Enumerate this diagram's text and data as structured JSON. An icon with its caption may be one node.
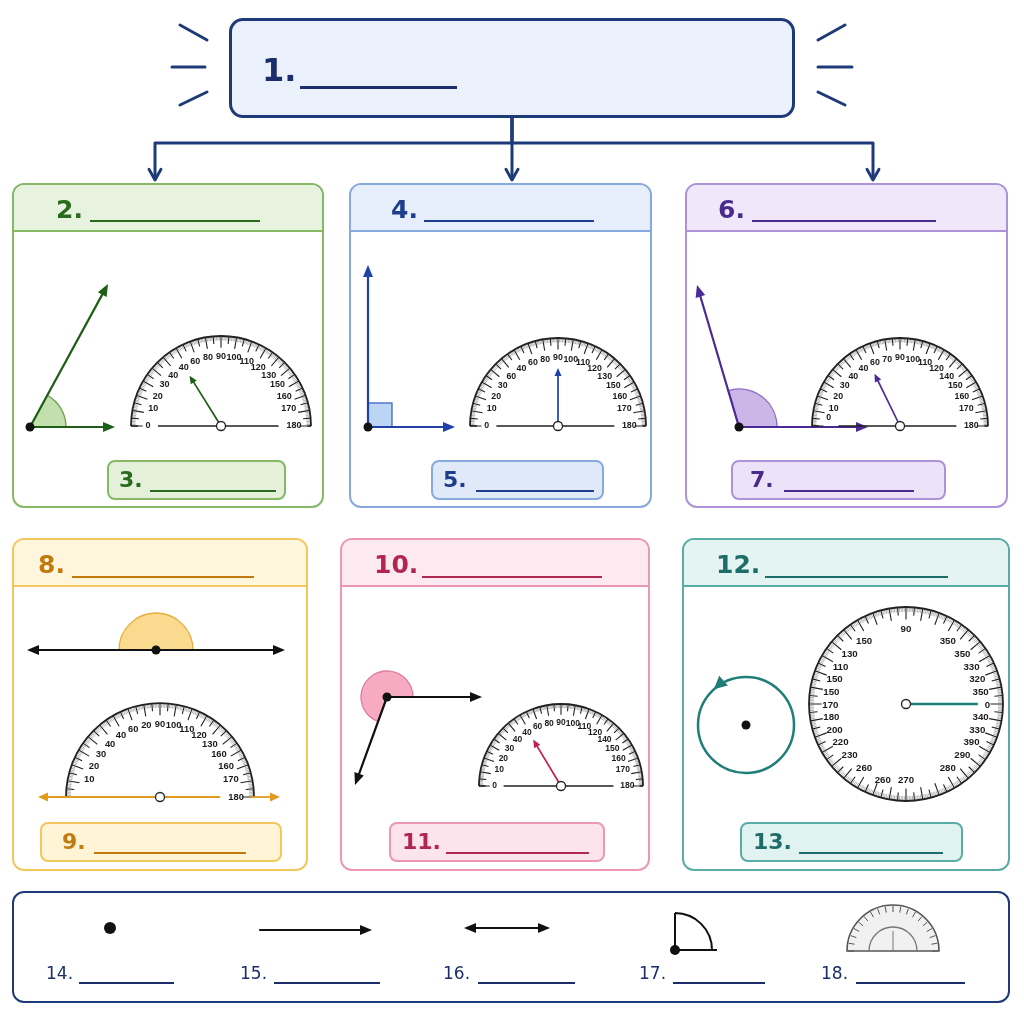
{
  "diagram": {
    "nodes": [
      {
        "text": [
          "1."
        ]
      },
      {
        "text": [
          "2."
        ]
      },
      {
        "text": [
          "3."
        ],
        "in": 1
      },
      {
        "text": [
          "4."
        ]
      },
      {
        "text": [
          "5."
        ],
        "in": 3
      },
      {
        "text": [
          "6."
        ]
      },
      {
        "text": [
          "7."
        ],
        "in": 5
      },
      {
        "text": [
          "8."
        ]
      },
      {
        "text": [
          "9."
        ],
        "in": 7
      },
      {
        "text": [
          "10."
        ]
      },
      {
        "text": [
          "11."
        ],
        "in": 9
      },
      {
        "text": [
          "12."
        ]
      },
      {
        "text": [
          "13."
        ],
        "in": 11
      },
      {
        "text": [
          "14.",
          "15.",
          "16.",
          "17.",
          "18."
        ]
      }
    ],
    "edges": [
      {
        "from": 0,
        "to": 1,
        "arrow": "to"
      },
      {
        "from": 0,
        "to": 3,
        "arrow": "to"
      },
      {
        "from": 0,
        "to": 5,
        "arrow": "to"
      }
    ],
    "labels": [
      "0",
      "10",
      "20",
      "30",
      "40",
      "40",
      "60",
      "80",
      "90",
      "100",
      "110",
      "120",
      "130",
      "150",
      "160",
      "170",
      "180",
      "0",
      "10",
      "20",
      "30",
      "60",
      "40",
      "60",
      "80",
      "90",
      "100",
      "110",
      "120",
      "130",
      "150",
      "160",
      "170",
      "180",
      "0",
      "10",
      "20",
      "30",
      "40",
      "40",
      "60",
      "70",
      "90",
      "100",
      "110",
      "120",
      "140",
      "150",
      "160",
      "170",
      "180",
      "10",
      "20",
      "30",
      "40",
      "40",
      "60",
      "20",
      "90",
      "100",
      "110",
      "120",
      "130",
      "160",
      "160",
      "170",
      "180",
      "0",
      "10",
      "20",
      "30",
      "40",
      "40",
      "60",
      "80",
      "90",
      "100",
      "110",
      "120",
      "140",
      "150",
      "160",
      "170",
      "180",
      "90",
      "150",
      "350",
      "130",
      "350",
      "110",
      "330",
      "150",
      "320",
      "150",
      "350",
      "170",
      "0",
      "180",
      "340",
      "200",
      "330",
      "220",
      "390",
      "230",
      "290",
      "260",
      "280",
      "260",
      "270"
    ]
  }
}
